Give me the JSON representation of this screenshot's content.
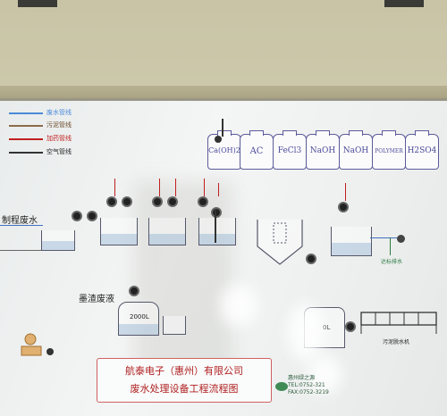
{
  "legend": [
    {
      "label": "废水管线",
      "color": "#4a8ad8"
    },
    {
      "label": "污泥管线",
      "color": "#8a6a4a"
    },
    {
      "label": "加药管线",
      "color": "#c02020"
    },
    {
      "label": "空气管线",
      "color": "#333333"
    }
  ],
  "chemicals": [
    "Ca(OH)2",
    "AC",
    "FeCl3",
    "NaOH",
    "NaOH",
    "POLYMER",
    "H2SO4"
  ],
  "process_labels": {
    "wastewater_in": "制程废水",
    "ink_waste": "墨渣废液",
    "ink_tank_volume": "2000L",
    "sludge_tank_volume": "0L",
    "discharge": "达标排水",
    "sludge_machine": "污泥脱水机"
  },
  "company": {
    "name": "航泰电子（惠州）有限公司",
    "title": "废水处理设备工程流程图",
    "contractor": "惠州绿之源",
    "tel": "TEL:0752-321",
    "fax": "FAX:0752-3219"
  }
}
